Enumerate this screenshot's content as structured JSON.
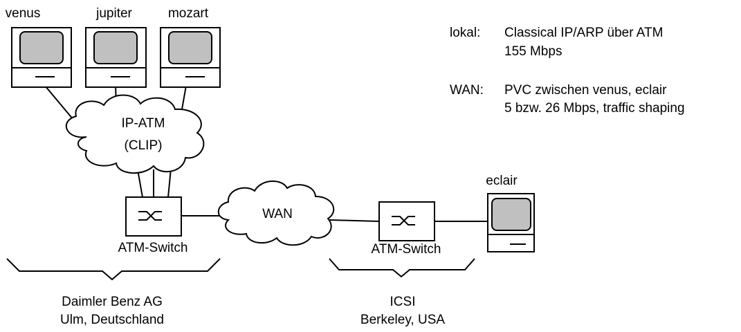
{
  "computers": {
    "venus": "venus",
    "jupiter": "jupiter",
    "mozart": "mozart",
    "eclair": "eclair"
  },
  "clouds": {
    "ipatm_line1": "IP-ATM",
    "ipatm_line2": "(CLIP)",
    "wan": "WAN"
  },
  "switches": {
    "left": "ATM-Switch",
    "right": "ATM-Switch"
  },
  "sites": {
    "left_line1": "Daimler Benz AG",
    "left_line2": "Ulm, Deutschland",
    "right_line1": "ICSI",
    "right_line2": "Berkeley, USA"
  },
  "notes": {
    "lokal_key": "lokal:",
    "lokal_line1": "Classical IP/ARP über ATM",
    "lokal_line2": "155 Mbps",
    "wan_key": "WAN:",
    "wan_line1": "PVC zwischen venus, eclair",
    "wan_line2": "5 bzw. 26 Mbps, traffic shaping"
  },
  "colors": {
    "screen": "#c0c0c0",
    "line": "#000000",
    "background": "#ffffff"
  }
}
